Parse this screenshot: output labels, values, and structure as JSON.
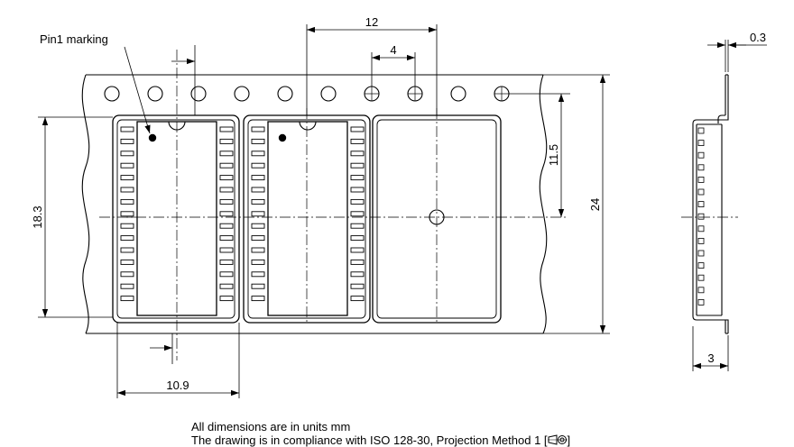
{
  "labels": {
    "pin1_marking": "Pin1 marking",
    "pitch": "12",
    "sprocket_pitch": "4",
    "pocket_width": "18.3",
    "hole_to_center": "11.5",
    "tape_width": "24",
    "pocket_pitch": "10.9",
    "tape_thickness": "0.3",
    "pocket_depth": "3"
  },
  "notes": {
    "units": "All dimensions are in units mm",
    "compliance_prefix": "The drawing is in compliance with ISO 128-30, Projection Method 1 [",
    "compliance_suffix": "]"
  },
  "icons": {
    "projection_symbol": "first-angle-projection-icon"
  }
}
